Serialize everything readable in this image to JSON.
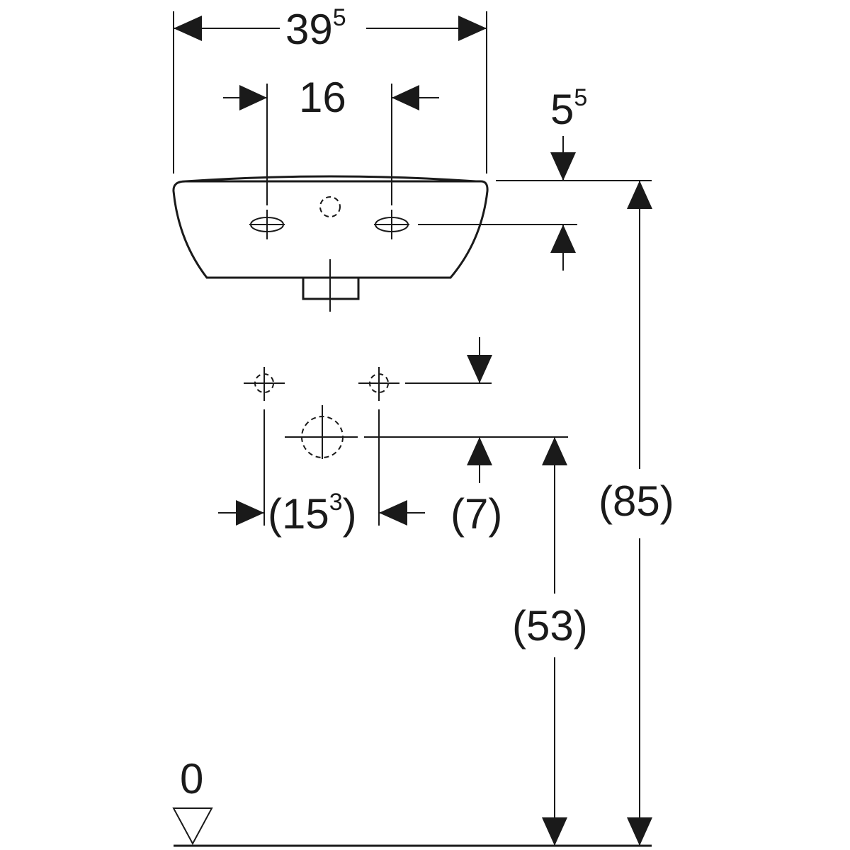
{
  "dimensions": {
    "overall_width": {
      "main": "39",
      "sup": "5"
    },
    "tap_hole_spacing": "16",
    "tap_hole_offset": {
      "main": "5",
      "sup": "5"
    },
    "supply_spacing": {
      "open": "(",
      "main": "15",
      "sup": "3",
      "close": ")"
    },
    "supply_offset": "(7)",
    "outlet_height": "(53)",
    "rim_height": "(85)",
    "floor_reference": "0"
  },
  "colors": {
    "line": "#1a1a1a",
    "background": "#ffffff"
  }
}
